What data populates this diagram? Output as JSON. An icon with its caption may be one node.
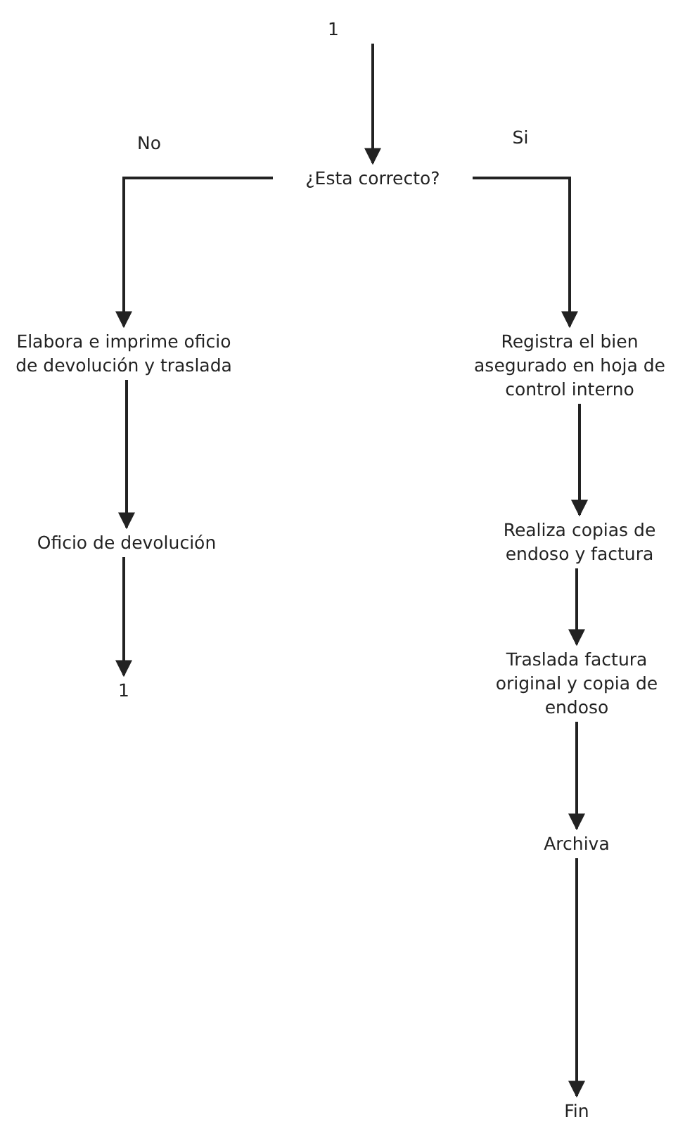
{
  "diagram": {
    "nodes": [
      {
        "text": [
          "1"
        ]
      },
      {
        "text": [
          "¿Esta correcto?"
        ]
      },
      {
        "text": [
          "Elabora e imprime oficio de devolución y traslada"
        ]
      },
      {
        "text": [
          "Oficio de devolución"
        ]
      },
      {
        "text": [
          "1"
        ]
      },
      {
        "text": [
          "Registra el bien asegurado en hoja de control interno"
        ]
      },
      {
        "text": [
          "Realiza copias de endoso y factura"
        ]
      },
      {
        "text": [
          "Traslada factura original y copia de endoso"
        ]
      },
      {
        "text": [
          "Archiva"
        ]
      },
      {
        "text": [
          "Fin"
        ]
      }
    ],
    "edges": [
      {
        "from": 0,
        "to": 1,
        "arrow": "to"
      },
      {
        "from": 1,
        "to": 2,
        "arrow": "to",
        "label": "No"
      },
      {
        "from": 1,
        "to": 5,
        "arrow": "to",
        "label": "Si"
      },
      {
        "from": 2,
        "to": 3,
        "arrow": "to"
      },
      {
        "from": 3,
        "to": 4,
        "arrow": "to"
      },
      {
        "from": 5,
        "to": 6,
        "arrow": "to"
      },
      {
        "from": 6,
        "to": 7,
        "arrow": "to"
      },
      {
        "from": 7,
        "to": 8,
        "arrow": "to"
      },
      {
        "from": 8,
        "to": 9,
        "arrow": "to"
      }
    ]
  }
}
